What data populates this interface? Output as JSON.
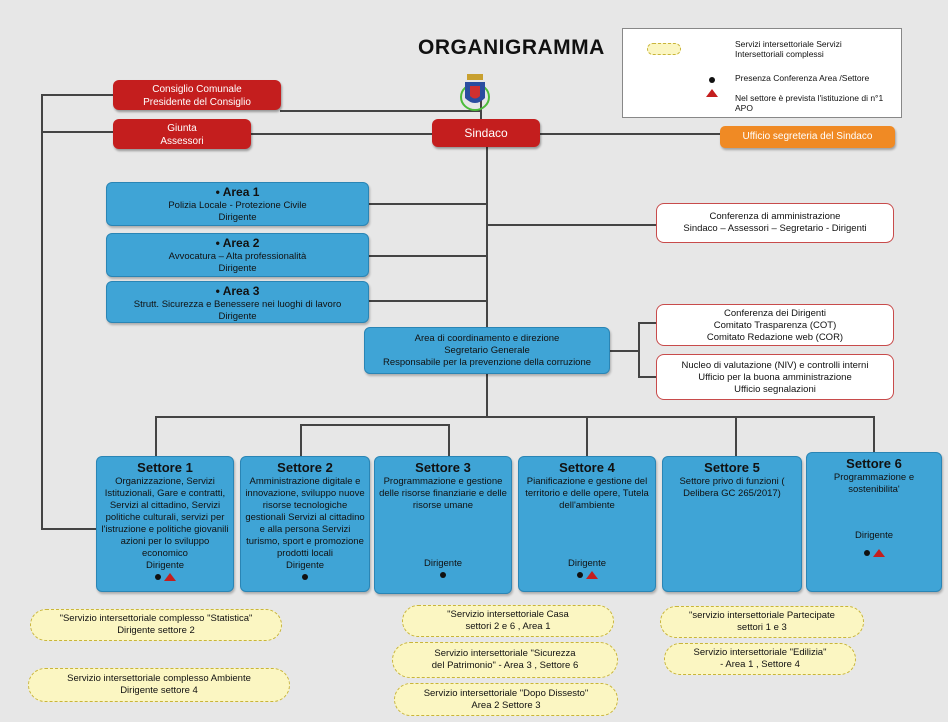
{
  "title": "ORGANIGRAMMA",
  "legend": {
    "item1": "Servizi intersettoriale Servizi Intersettoriali complessi",
    "item2": "Presenza Conferenza Area /Settore",
    "item3": "Nel settore è prevista l'istituzione di n°1 APO"
  },
  "top": {
    "consiglio_line1": "Consiglio Comunale",
    "consiglio_line2": "Presidente del Consiglio",
    "giunta_line1": "Giunta",
    "giunta_line2": "Assessori",
    "sindaco": "Sindaco",
    "ufficio_segreteria": "Ufficio segreteria del Sindaco"
  },
  "areas": [
    {
      "title": "Area 1",
      "desc": "Polizia Locale - Protezione Civile",
      "role": "Dirigente"
    },
    {
      "title": "Area 2",
      "desc": "Avvocatura – Alta professionalità",
      "role": "Dirigente"
    },
    {
      "title": "Area 3",
      "desc": "Strutt. Sicurezza e Benessere nei luoghi di lavoro",
      "role": "Dirigente"
    }
  ],
  "conferenza_amm": {
    "line1": "Conferenza di amministrazione",
    "line2": "Sindaco – Assessori – Segretario - Dirigenti"
  },
  "coordinamento": {
    "line1": "Area di coordinamento e direzione",
    "line2": "Segretario Generale",
    "line3": "Responsabile per la prevenzione della corruzione"
  },
  "conferenza_dirigenti": {
    "line1": "Conferenza dei Dirigenti",
    "line2": "Comitato Trasparenza (COT)",
    "line3": "Comitato Redazione web (COR)"
  },
  "nucleo": {
    "line1": "Nucleo di valutazione (NIV) e controlli interni",
    "line2": "Ufficio per la buona amministrazione",
    "line3": "Ufficio segnalazioni"
  },
  "settori": [
    {
      "title": "Settore 1",
      "desc": "Organizzazione, Servizi Istituzionali, Gare e contratti, Servizi al cittadino, Servizi politiche culturali, servizi per l'istruzione e politiche giovanili azioni per lo sviluppo economico",
      "role": "Dirigente"
    },
    {
      "title": "Settore 2",
      "desc": "Amministrazione digitale e innovazione, sviluppo nuove risorse tecnologiche gestionali Servizi al cittadino e alla persona Servizi turismo, sport e promozione prodotti locali",
      "role": "Dirigente"
    },
    {
      "title": "Settore 3",
      "desc": "Programmazione e gestione delle risorse finanziarie e delle risorse umane",
      "role": "Dirigente"
    },
    {
      "title": "Settore 4",
      "desc": "Pianificazione e gestione del territorio e delle opere, Tutela dell'ambiente",
      "role": "Dirigente"
    },
    {
      "title": "Settore 5",
      "desc": "Settore privo di funzioni ( Delibera GC 265/2017)",
      "role": ""
    },
    {
      "title": "Settore 6",
      "desc": "Programmazione e sostenibilita'",
      "role": "Dirigente"
    }
  ],
  "servizi": {
    "statistica_1": "\"Servizio intersettoriale complesso \"Statistica\"",
    "statistica_2": "Dirigente settore 2",
    "ambiente_1": "Servizio intersettoriale complesso Ambiente",
    "ambiente_2": "Dirigente settore 4",
    "casa_1": "\"Servizio intersettoriale Casa",
    "casa_2": "settori 2 e 6 , Area 1",
    "patrimonio_1": "Servizio intersettoriale \"Sicurezza",
    "patrimonio_2": "del Patrimonio\" - Area 3 , Settore 6",
    "dissesto_1": "Servizio intersettoriale \"Dopo Dissesto\"",
    "dissesto_2": "Area 2 Settore 3",
    "partecipate_1": "\"servizio intersettoriale Partecipate",
    "partecipate_2": "settori 1 e 3",
    "edilizia_1": "Servizio intersettoriale \"Edilizia\"",
    "edilizia_2": "- Area 1 , Settore 4"
  },
  "colors": {
    "red": "#c41e1e",
    "blue": "#3fa4d6",
    "orange": "#f08a24",
    "yellow": "#fbf6c2"
  }
}
